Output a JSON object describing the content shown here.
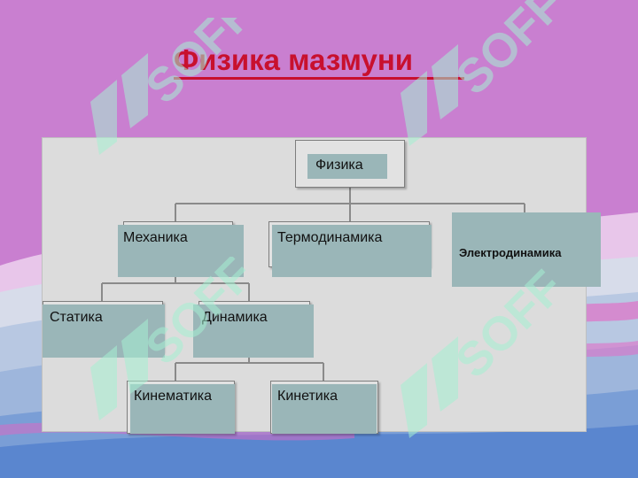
{
  "slide": {
    "title": "Физика мазмуни"
  },
  "diagram": {
    "root": "Физика",
    "level1": [
      "Механика",
      "Термодинамика",
      "Электродинамика"
    ],
    "mechanics_children": [
      "Статика",
      "Динамика"
    ],
    "dynamics_children": [
      "Кинематика",
      "Кинетика"
    ]
  },
  "colors": {
    "title": "#c8102e",
    "background": "#c97fd0",
    "panel": "#dcdcdc",
    "node_fill": "#9ab6b8",
    "watermark": "#a5f0d2"
  },
  "watermark": {
    "text": "SOFF"
  }
}
